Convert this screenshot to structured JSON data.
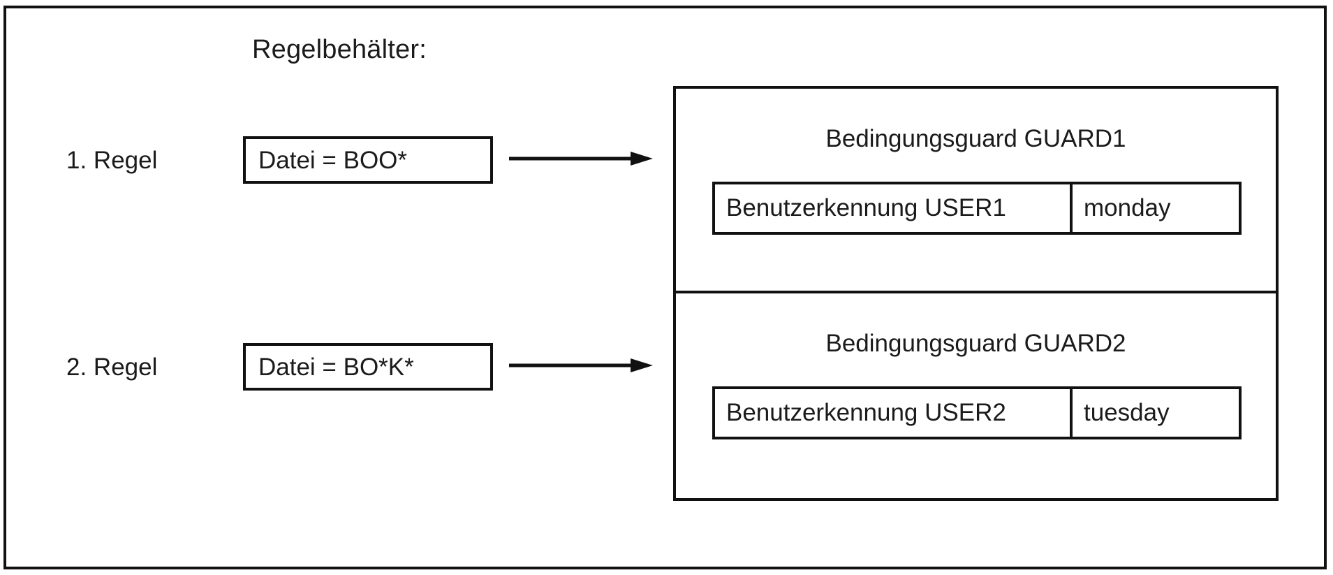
{
  "diagram": {
    "title": "Regelbehälter:",
    "frame_color": "#111111",
    "text_color": "#1b1b1b",
    "background": "#ffffff",
    "rules": [
      {
        "label": "1. Regel",
        "condition": "Datei = BOO*",
        "arrow": "right-arrow",
        "guard": {
          "title": "Bedingungsguard GUARD1",
          "user": "Benutzerkennung USER1",
          "day": "monday"
        }
      },
      {
        "label": "2. Regel",
        "condition": "Datei = BO*K*",
        "arrow": "right-arrow",
        "guard": {
          "title": "Bedingungsguard GUARD2",
          "user": "Benutzerkennung USER2",
          "day": "tuesday"
        }
      }
    ]
  }
}
